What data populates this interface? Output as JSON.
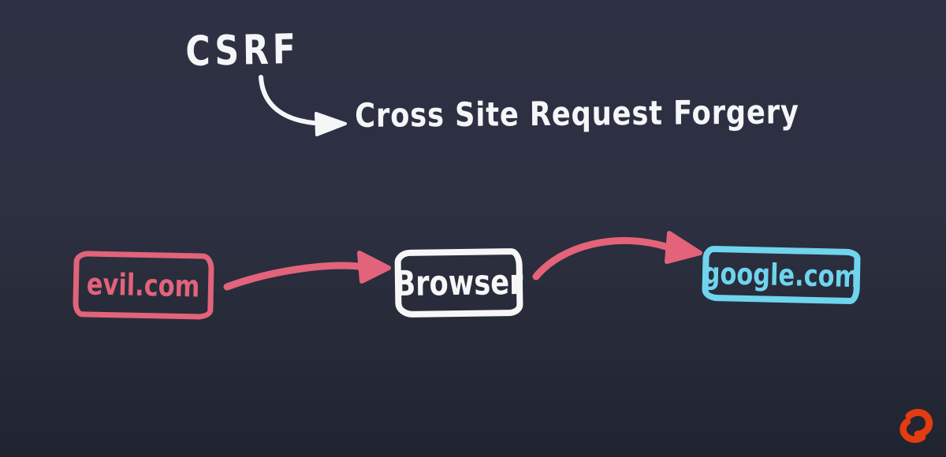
{
  "title": {
    "acronym": "CSRF",
    "expansion": "Cross Site Request Forgery"
  },
  "diagram": {
    "nodes": [
      {
        "id": "evil",
        "label": "evil.com",
        "color": "#e2637a"
      },
      {
        "id": "browser",
        "label": "Browser",
        "color": "#f7f7f7"
      },
      {
        "id": "google",
        "label": "google.com",
        "color": "#6fd4ee"
      }
    ],
    "edges": [
      {
        "from": "evil",
        "to": "browser",
        "shape": "curved-arrow-right",
        "color": "#e2637a"
      },
      {
        "from": "browser",
        "to": "google",
        "shape": "curved-arrow-right",
        "color": "#e2637a"
      }
    ],
    "expansion_arrow": {
      "shape": "curved-arrow-down-right",
      "color": "#f5f6f8"
    }
  },
  "icons": {
    "expansion_arrow": "curved-arrow-icon",
    "flow_arrow": "arrow-right-icon",
    "logo": "swirl-logo-icon"
  },
  "colors": {
    "background_top": "#2d3143",
    "background_bottom": "#202330",
    "title_text": "#f5f6f8",
    "arrow_pink": "#e2637a",
    "node_evil": "#e2637a",
    "node_browser": "#f7f7f7",
    "node_google": "#6fd4ee",
    "logo_orange": "#e23c10"
  }
}
